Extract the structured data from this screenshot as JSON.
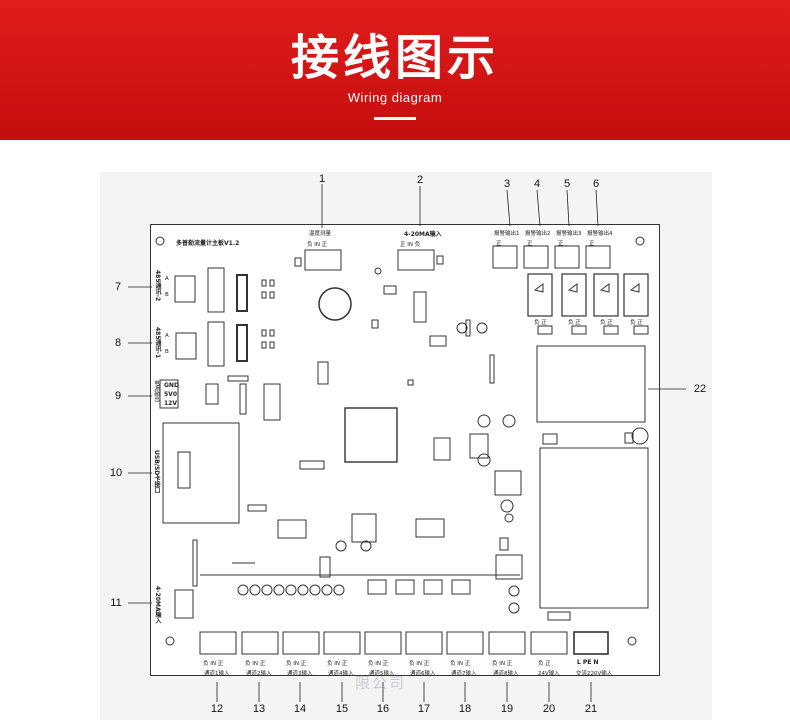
{
  "banner": {
    "title": "接线图示",
    "subtitle": "Wiring diagram"
  },
  "board_title": "多普勒流量计主板V1.2",
  "top_connectors": [
    {
      "label": "温度测量",
      "pins": "负  IN  正"
    },
    {
      "label": "4-20MA输入",
      "pins": "正  IN  负"
    }
  ],
  "alarm_outputs": [
    "报警输出1",
    "报警输出2",
    "报警输出3",
    "报警输出4"
  ],
  "alarm_pins": "正",
  "relay_pins": "负  正",
  "left_labels": {
    "rs485_2": "485通讯-2",
    "rs485_1": "485通讯-1",
    "power_out": "电源输出",
    "power_pins": [
      "GND",
      "5V0",
      "12V"
    ],
    "usb_sd": "USB/SD卡接口",
    "analog_in": "4-20MA输入",
    "ab": [
      "A",
      "B"
    ]
  },
  "bottom_channels": [
    {
      "label": "通道1输入",
      "pins": "负  IN  正"
    },
    {
      "label": "通道2输入",
      "pins": "负  IN  正"
    },
    {
      "label": "通道3输入",
      "pins": "负  IN  正"
    },
    {
      "label": "通道4输入",
      "pins": "负  IN  正"
    },
    {
      "label": "通道5输入",
      "pins": "负  IN  正"
    },
    {
      "label": "通道6输入",
      "pins": "负  IN  正"
    },
    {
      "label": "通道7输入",
      "pins": "负  IN  正"
    },
    {
      "label": "通道8输入",
      "pins": "负  IN  正"
    },
    {
      "label": "24V输入",
      "pins": "负  正"
    },
    {
      "label": "交流220V输入",
      "pins": "L  PE  N"
    }
  ],
  "callouts_top": [
    "1",
    "2",
    "3",
    "4",
    "5",
    "6"
  ],
  "callouts_left": [
    "7",
    "8",
    "9",
    "10",
    "11"
  ],
  "callouts_bottom": [
    "12",
    "13",
    "14",
    "15",
    "16",
    "17",
    "18",
    "19",
    "20",
    "21"
  ],
  "callout_right": "22",
  "watermark": "限公司"
}
